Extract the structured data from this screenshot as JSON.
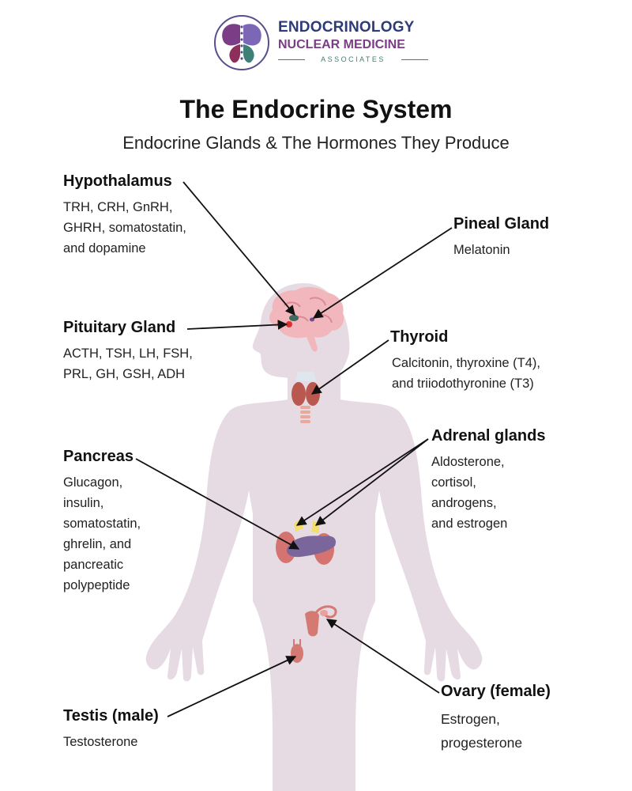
{
  "logo": {
    "line1": "ENDOCRINOLOGY",
    "line2": "NUCLEAR MEDICINE",
    "line3": "ASSOCIATES"
  },
  "title": "The Endocrine System",
  "subtitle": "Endocrine Glands & The Hormones They Produce",
  "glands": {
    "hypothalamus": {
      "name": "Hypothalamus",
      "hormones": [
        "TRH, CRH, GnRH,",
        "GHRH, somatostatin,",
        "and dopamine"
      ]
    },
    "pineal": {
      "name": "Pineal Gland",
      "hormones": [
        "Melatonin"
      ]
    },
    "pituitary": {
      "name": "Pituitary Gland",
      "hormones": [
        "ACTH, TSH, LH, FSH,",
        "PRL, GH, GSH, ADH"
      ]
    },
    "thyroid": {
      "name": "Thyroid",
      "hormones": [
        "Calcitonin, thyroxine (T4),",
        "and triiodothyronine (T3)"
      ]
    },
    "adrenal": {
      "name": "Adrenal glands",
      "hormones": [
        "Aldosterone,",
        "cortisol,",
        "androgens,",
        "and estrogen"
      ]
    },
    "pancreas": {
      "name": "Pancreas",
      "hormones": [
        "Glucagon,",
        "insulin,",
        "somatostatin,",
        "ghrelin, and",
        "pancreatic",
        "polypeptide"
      ]
    },
    "testis": {
      "name": "Testis (male)",
      "hormones": [
        "Testosterone"
      ]
    },
    "ovary": {
      "name": "Ovary (female)",
      "hormones": [
        "Estrogen,",
        "progesterone"
      ]
    }
  },
  "colors": {
    "body": "#e6dbe2",
    "brain": "#f2b7bd",
    "kidney": "#d4736f",
    "adrenal": "#f4de6a",
    "pancreas": "#7a669a",
    "thyroid": "#b9584f",
    "trachea": "#e9a89c",
    "reproductive": "#d57a73",
    "arrow": "#111111"
  }
}
